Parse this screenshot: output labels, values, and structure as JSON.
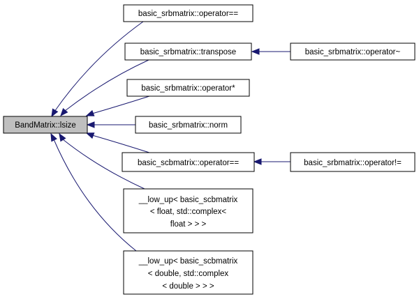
{
  "graph": {
    "root": {
      "id": "root",
      "label": "BandMatrix::lsize"
    },
    "nodes": [
      {
        "id": "n1",
        "lines": [
          "basic_srbmatrix::operator=="
        ]
      },
      {
        "id": "n2",
        "lines": [
          "basic_srbmatrix::transpose"
        ]
      },
      {
        "id": "n3",
        "lines": [
          "basic_srbmatrix::operator*"
        ]
      },
      {
        "id": "n4",
        "lines": [
          "basic_srbmatrix::norm"
        ]
      },
      {
        "id": "n5",
        "lines": [
          "basic_scbmatrix::operator=="
        ]
      },
      {
        "id": "n6",
        "lines": [
          "__low_up< basic_scbmatrix",
          "< float, std::complex<",
          "float > > >"
        ]
      },
      {
        "id": "n7",
        "lines": [
          "__low_up< basic_scbmatrix",
          "< double, std::complex",
          "< double > > >"
        ]
      },
      {
        "id": "n8",
        "lines": [
          "basic_srbmatrix::operator~"
        ]
      },
      {
        "id": "n9",
        "lines": [
          "basic_srbmatrix::operator!="
        ]
      }
    ],
    "edges": [
      {
        "from": "n1",
        "to": "root"
      },
      {
        "from": "n2",
        "to": "root"
      },
      {
        "from": "n3",
        "to": "root"
      },
      {
        "from": "n4",
        "to": "root"
      },
      {
        "from": "n5",
        "to": "root"
      },
      {
        "from": "n6",
        "to": "root"
      },
      {
        "from": "n7",
        "to": "root"
      },
      {
        "from": "n8",
        "to": "n2"
      },
      {
        "from": "n9",
        "to": "n5"
      }
    ]
  },
  "colors": {
    "edge": "#191970",
    "root_fill": "#bfbfbf",
    "node_border": "#000000"
  }
}
